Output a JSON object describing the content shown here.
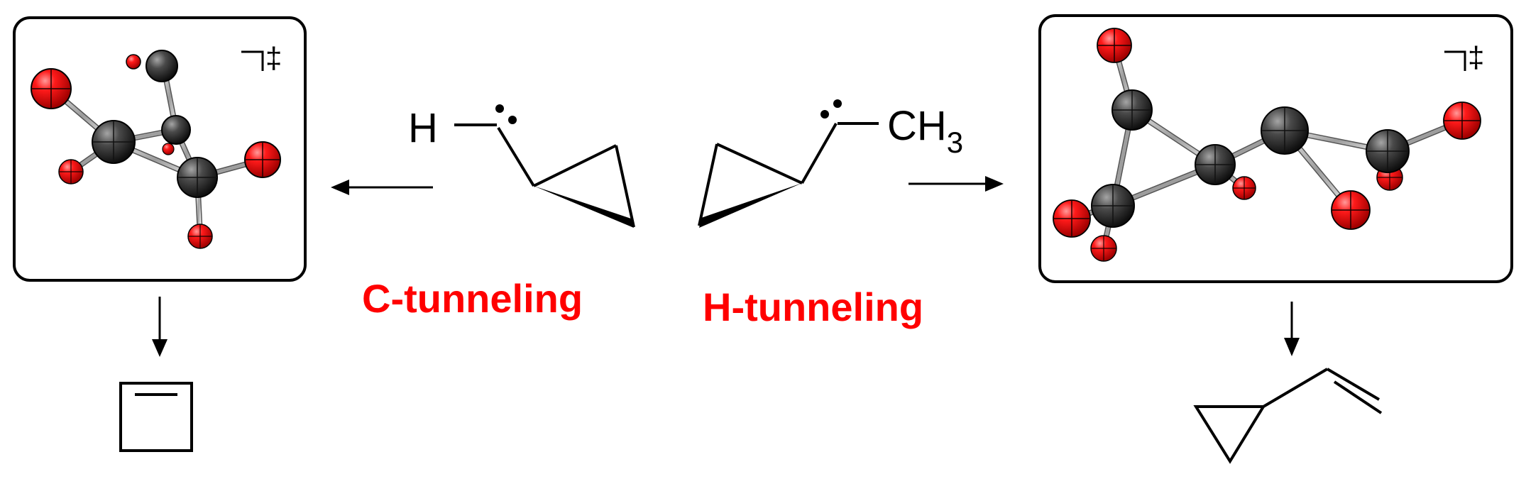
{
  "labels": {
    "c_tunneling": "C-tunneling",
    "h_tunneling": "H-tunneling"
  },
  "left_reactant": {
    "h_atom": "H"
  },
  "right_reactant": {
    "ch3_main": "CH",
    "ch3_subscript": "3"
  },
  "transition_state": {
    "left_symbol": "‡",
    "right_symbol": "‡"
  },
  "colors": {
    "label": "#ff0000",
    "oxygen_like_atom": "#ff0000",
    "carbon_like_atom": "#444444",
    "bond": "#a8a8a8",
    "line": "#000000"
  }
}
